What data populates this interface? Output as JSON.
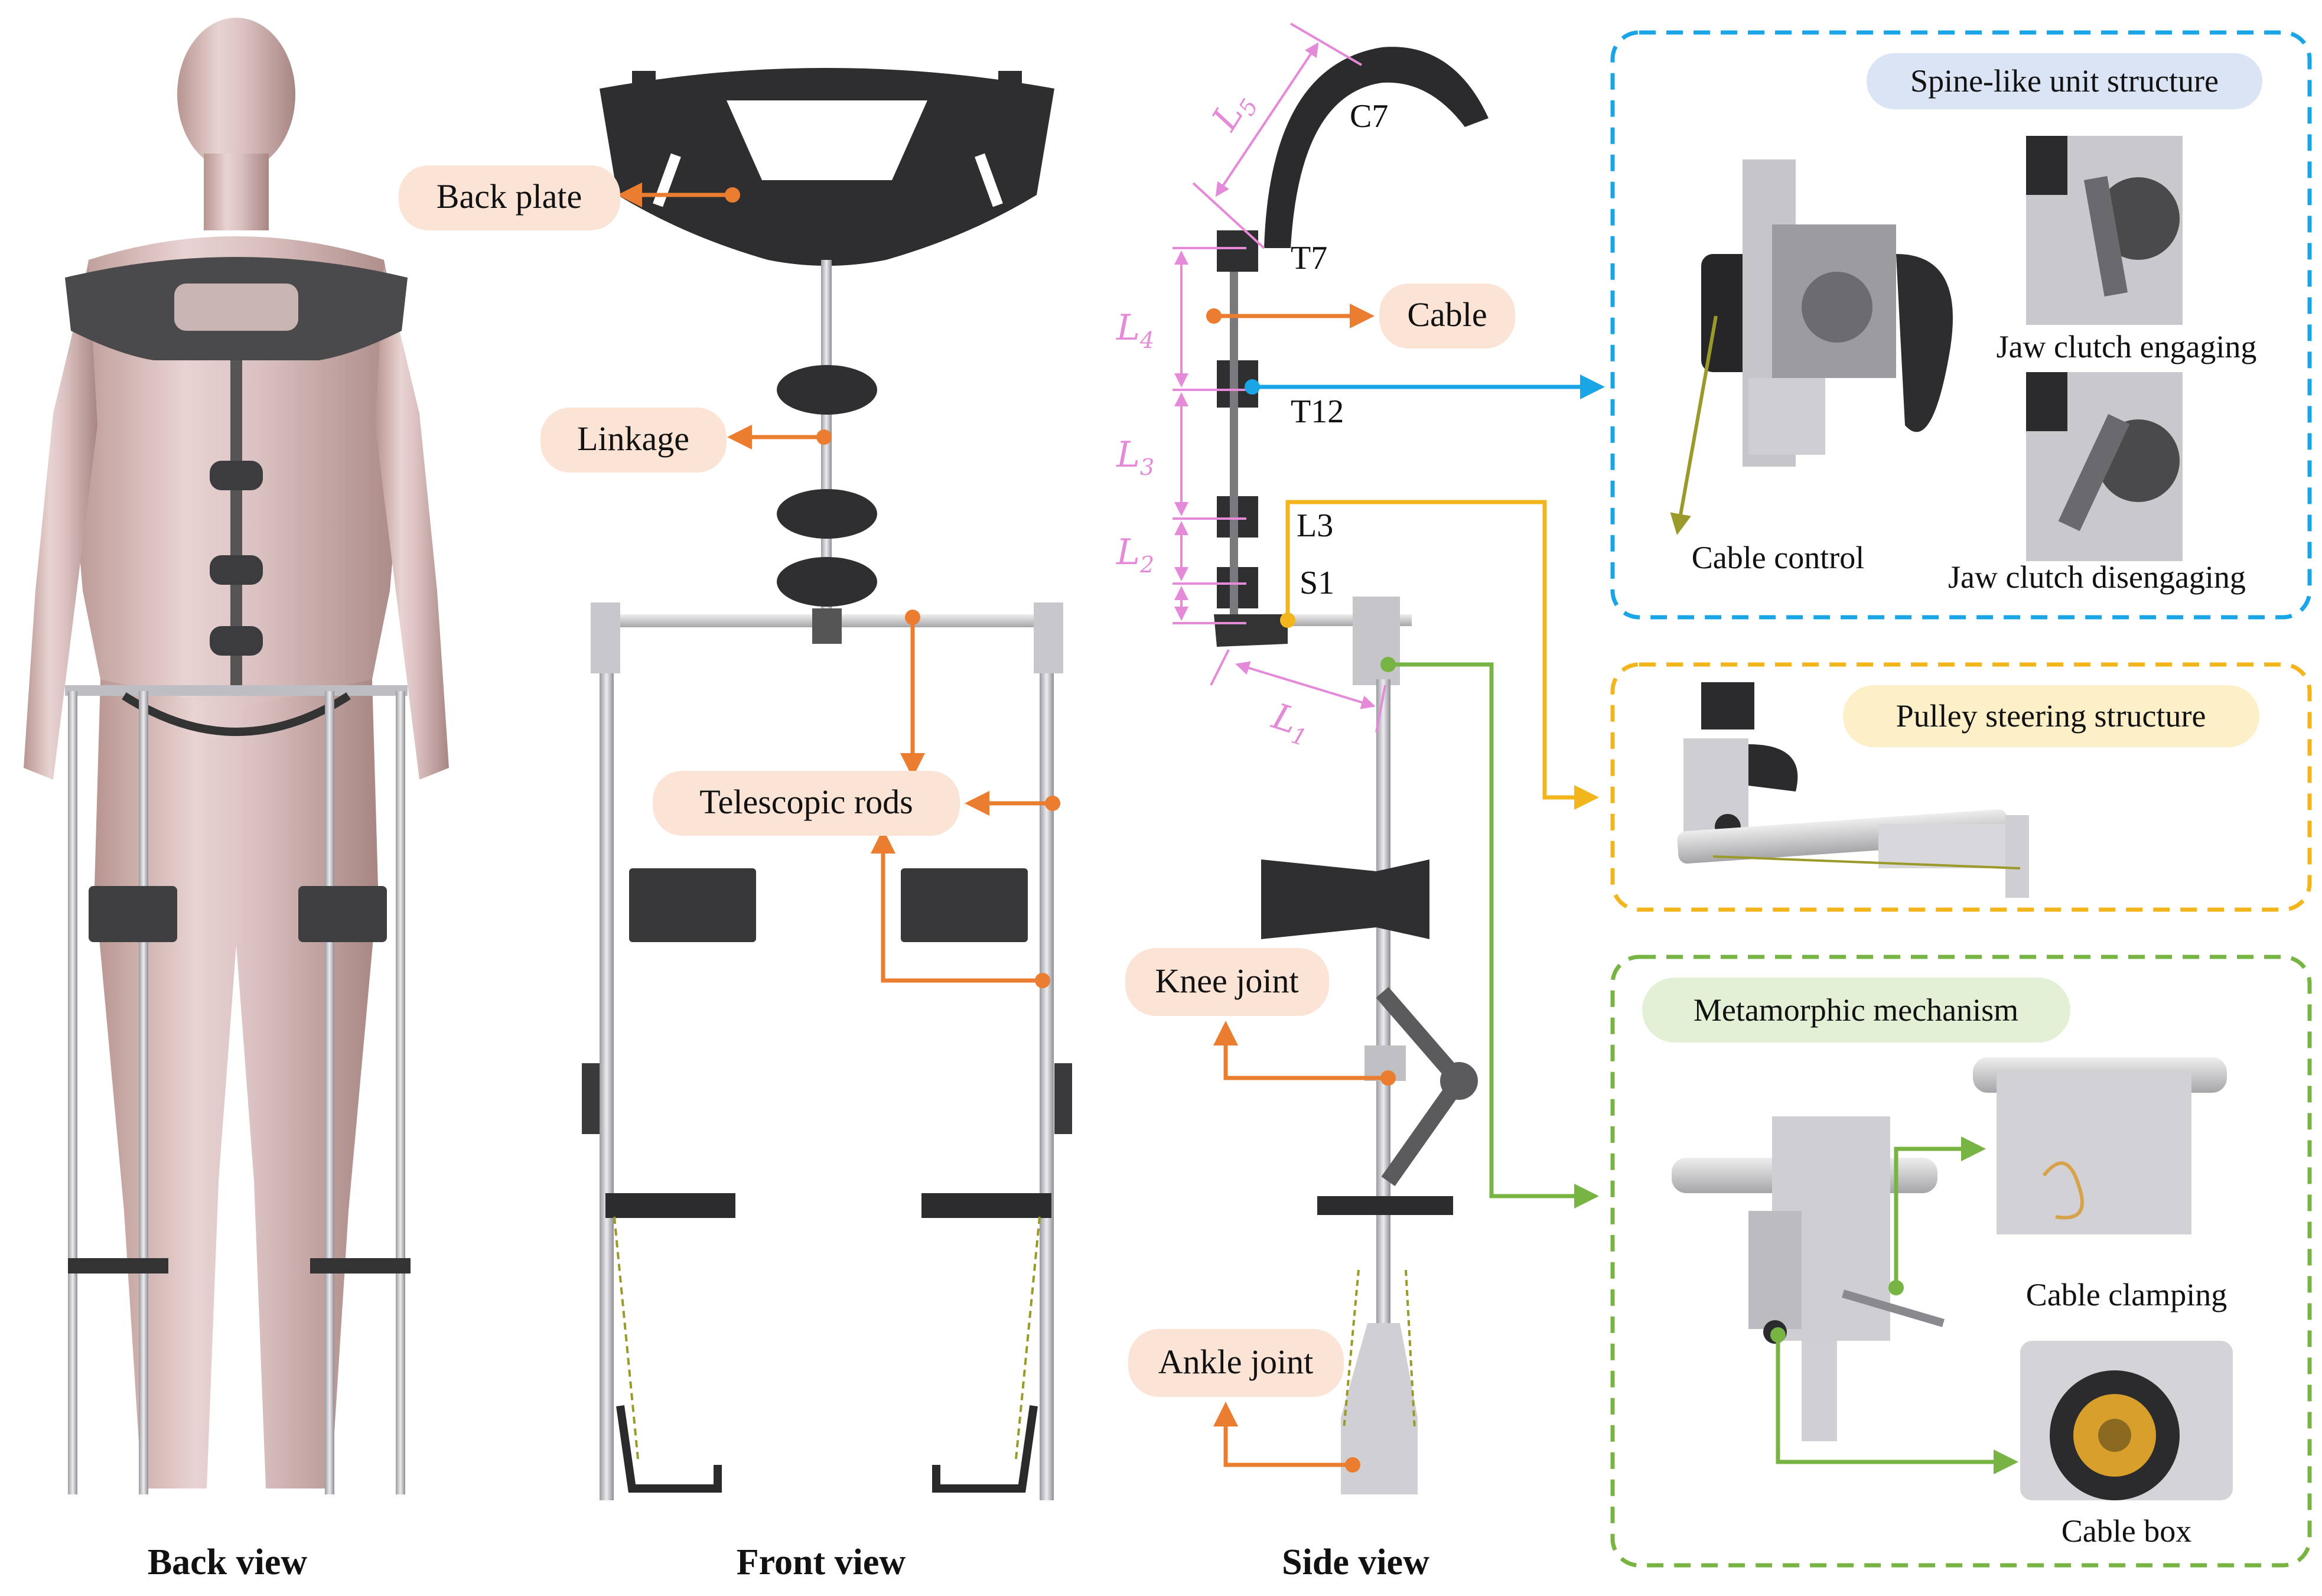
{
  "colors": {
    "orange": "#ea7d2f",
    "blue": "#1aa6e6",
    "yellow": "#f2b51c",
    "green": "#78b443",
    "pink_dim": "#e58ad8",
    "label_bg": "#fbe3d6",
    "spine_bg": "#dbe4f5",
    "pulley_bg": "#fdf0c8",
    "meta_bg": "#e3f0d6"
  },
  "views": {
    "back": "Back view",
    "front": "Front view",
    "side": "Side view"
  },
  "front_labels": {
    "back_plate": "Back plate",
    "linkage": "Linkage",
    "telescopic_rods": "Telescopic rods"
  },
  "side_labels": {
    "cable": "Cable",
    "knee_joint": "Knee joint",
    "ankle_joint": "Ankle joint",
    "c7": "C7",
    "t7": "T7",
    "t12": "T12",
    "l3": "L3",
    "s1": "S1"
  },
  "dimensions": {
    "l1": "L",
    "l1_sub": "1",
    "l2": "L",
    "l2_sub": "2",
    "l3": "L",
    "l3_sub": "3",
    "l4": "L",
    "l4_sub": "4",
    "l5": "L",
    "l5_sub": "5"
  },
  "panels": {
    "spine": {
      "title": "Spine-like unit structure",
      "cable_control": "Cable control",
      "jaw_engaging": "Jaw clutch engaging",
      "jaw_disengaging": "Jaw clutch disengaging"
    },
    "pulley": {
      "title": "Pulley steering structure"
    },
    "meta": {
      "title": "Metamorphic mechanism",
      "cable_clamping": "Cable clamping",
      "cable_box": "Cable box"
    }
  },
  "icons": [
    "mannequin-render",
    "exoskeleton-front-render",
    "exoskeleton-side-render",
    "spine-unit-render",
    "jaw-clutch-render",
    "pulley-render",
    "metamorphic-render",
    "cable-clamp-render",
    "cable-box-render"
  ]
}
